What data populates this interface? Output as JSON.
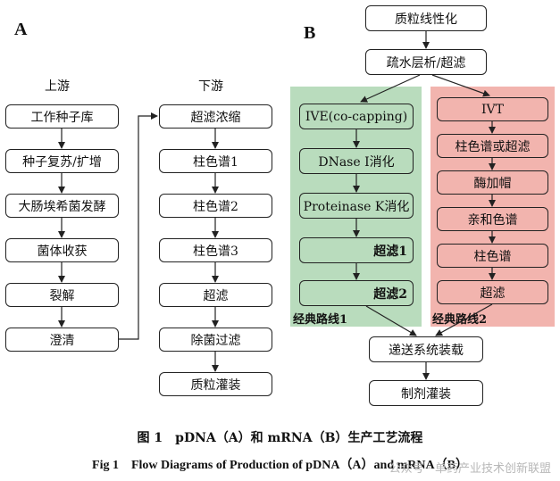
{
  "panel_a": {
    "label": "A",
    "upstream_title": "上游",
    "downstream_title": "下游",
    "upstream_steps": [
      "工作种子库",
      "种子复苏/扩增",
      "大肠埃希菌发酵",
      "菌体收获",
      "裂解",
      "澄清"
    ],
    "downstream_steps": [
      "超滤浓缩",
      "柱色谱1",
      "柱色谱2",
      "柱色谱3",
      "超滤",
      "除菌过滤",
      "质粒灌装"
    ]
  },
  "panel_b": {
    "label": "B",
    "top_steps": [
      "质粒线性化",
      "疏水层析/超滤"
    ],
    "route1": {
      "label": "经典路线1",
      "steps": [
        "IVE(co-capping)",
        "DNase I消化",
        "Proteinase K消化",
        "超滤1",
        "超滤2"
      ]
    },
    "route2": {
      "label": "经典路线2",
      "steps": [
        "IVT",
        "柱色谱或超滤",
        "酶加帽",
        "亲和色谱",
        "柱色谱",
        "超滤"
      ]
    },
    "bottom_steps": [
      "递送系统装载",
      "制剂灌装"
    ]
  },
  "caption": {
    "zh": "图 1　pDNA（A）和 mRNA（B）生产工艺流程",
    "en": "Fig 1　Flow Diagrams of Production of pDNA（A）and mRNA（B）"
  },
  "watermark": "公众号 · 单药产业技术创新联盟",
  "colors": {
    "route1_bg": "#b9dcbd",
    "route2_bg": "#f2b4ae",
    "box_border": "#222222"
  }
}
